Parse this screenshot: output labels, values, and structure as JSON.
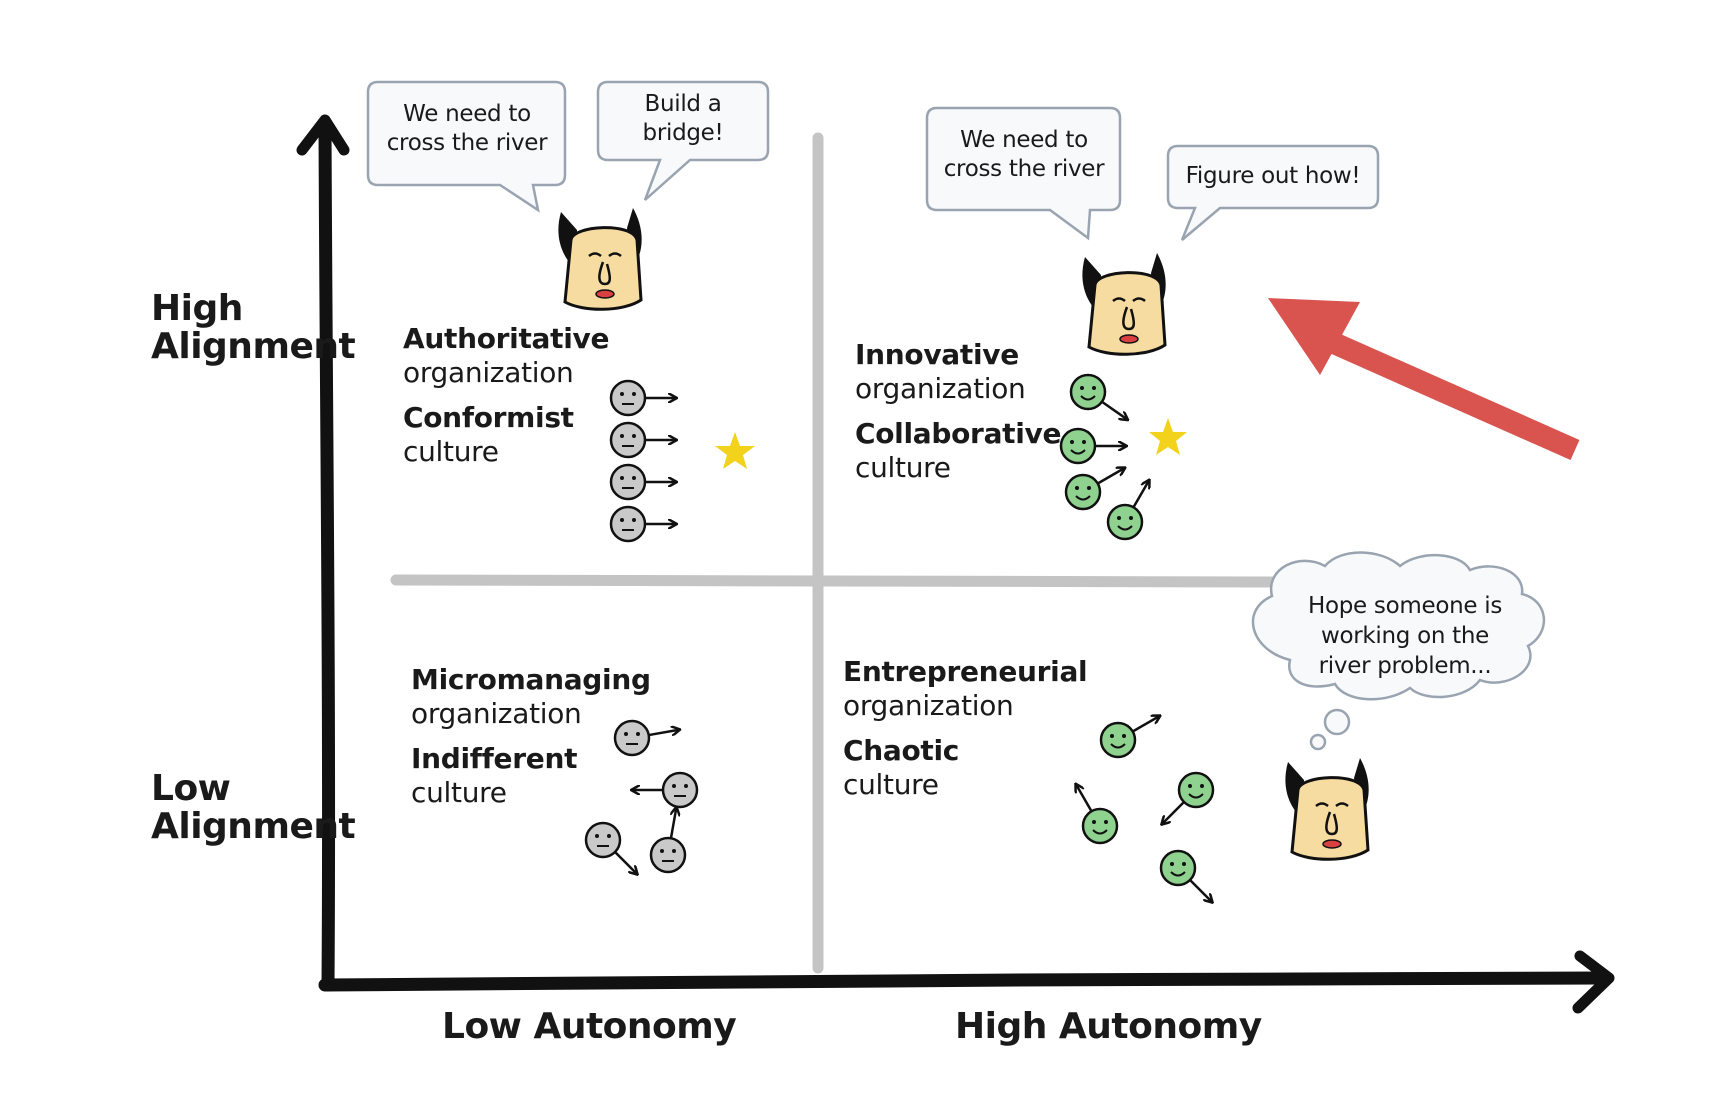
{
  "axes": {
    "y_high": [
      "High",
      "Alignment"
    ],
    "y_low": [
      "Low",
      "Alignment"
    ],
    "x_low": "Low Autonomy",
    "x_high": "High Autonomy"
  },
  "quadrants": {
    "top_left": {
      "org": [
        "Authoritative",
        "organization"
      ],
      "culture": [
        "Conformist",
        "culture"
      ]
    },
    "top_right": {
      "org": [
        "Innovative",
        "organization"
      ],
      "culture": [
        "Collaborative",
        "culture"
      ]
    },
    "bottom_left": {
      "org": [
        "Micromanaging",
        "organization"
      ],
      "culture": [
        "Indifferent",
        "culture"
      ]
    },
    "bottom_right": {
      "org": [
        "Entrepreneurial",
        "organization"
      ],
      "culture": [
        "Chaotic",
        "culture"
      ]
    }
  },
  "bubbles": {
    "tl_speech_1": [
      "We need to",
      "cross the river"
    ],
    "tl_speech_2": [
      "Build a",
      "bridge!"
    ],
    "tr_speech_1": [
      "We need to",
      "cross the river"
    ],
    "tr_speech_2": [
      "Figure out how!"
    ],
    "br_thought": [
      "Hope someone is",
      "working on the",
      "river problem..."
    ]
  },
  "colors": {
    "axis": "#111111",
    "divider": "#c4c4c4",
    "face_grey": "#c9c9c9",
    "face_green": "#8fd18f",
    "boss_face": "#f6dca0",
    "star": "#f2d21b",
    "highlight_arrow": "#d9534f",
    "bubble_fill": "#f7f9fb",
    "bubble_stroke": "#9aa4b0"
  }
}
